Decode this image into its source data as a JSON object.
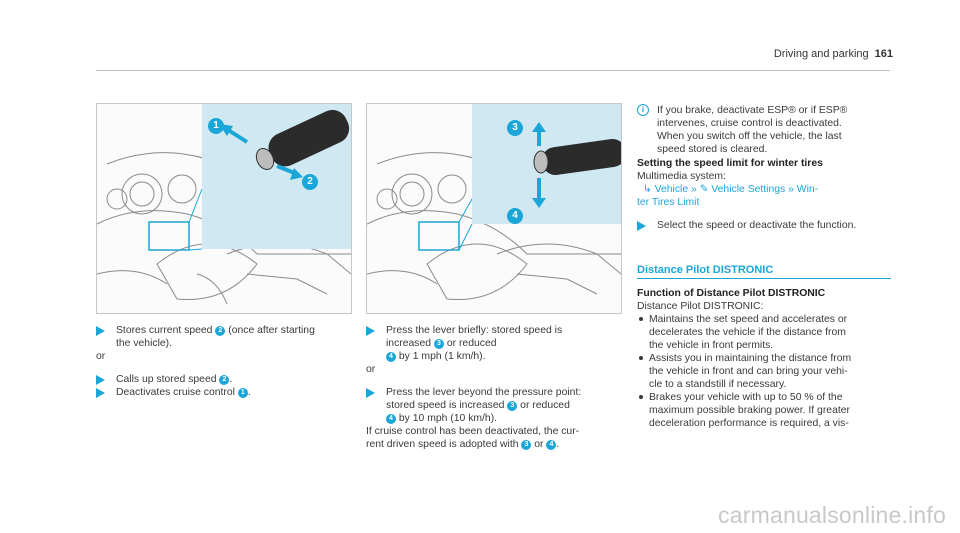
{
  "header": {
    "title": "Driving and parking",
    "page": "161"
  },
  "colors": {
    "accent": "#1ba6d8",
    "text": "#3a3a3a"
  },
  "figure1": {
    "callouts": [
      "1",
      "2"
    ]
  },
  "figure2": {
    "callouts": [
      "3",
      "4"
    ]
  },
  "col1": {
    "s1a": "Stores current speed ",
    "s1n": "2",
    "s1b": " (once after starting",
    "s1c": "the vehicle).",
    "or": "or",
    "s2a": "Calls up stored speed ",
    "s2n": "2",
    "s2b": ".",
    "s3a": "Deactivates cruise control ",
    "s3n": "1",
    "s3b": "."
  },
  "col2": {
    "p1a": "Press the lever briefly: stored speed is",
    "p1b": "increased ",
    "p1n3": "3",
    "p1c": " or reduced",
    "p1n4": "4",
    "p1d": " by 1 mph (1 km/h).",
    "or": "or",
    "p2a": "Press the lever beyond the pressure point:",
    "p2b": "stored speed is increased ",
    "p2n3": "3",
    "p2c": " or reduced",
    "p2n4": "4",
    "p2d": " by 10 mph (10 km/h).",
    "p3a": "If cruise control has been deactivated, the cur-",
    "p3b": "rent driven speed is adopted with ",
    "p3n3": "3",
    "p3c": " or ",
    "p3n4": "4",
    "p3d": "."
  },
  "col3": {
    "info_icon": "i",
    "note1": "If you brake, deactivate ESP® or if ESP®",
    "note2": "intervenes, cruise control is deactivated.",
    "note3": "When you switch off the vehicle, the last",
    "note4": "speed stored is cleared.",
    "h1": "Setting the speed limit for winter tires",
    "mm": "Multimedia system:",
    "path1": "Vehicle",
    "path2": "Vehicle Settings",
    "path3": "Win-",
    "path4": "ter Tires Limit",
    "select": "Select the speed or deactivate the function.",
    "section": "Distance Pilot DISTRONIC",
    "h2": "Function of Distance Pilot DISTRONIC",
    "intro": "Distance Pilot DISTRONIC:",
    "b1a": "Maintains the set speed and accelerates or",
    "b1b": "decelerates the vehicle if the distance from",
    "b1c": "the vehicle in front permits.",
    "b2a": "Assists you in maintaining the distance from",
    "b2b": "the vehicle in front and can bring your vehi-",
    "b2c": "cle to a standstill if necessary.",
    "b3a": "Brakes your vehicle with up to 50 % of the",
    "b3b": "maximum possible braking power. If greater",
    "b3c": "deceleration performance is required, a vis-"
  },
  "watermark": "carmanualsonline.info"
}
